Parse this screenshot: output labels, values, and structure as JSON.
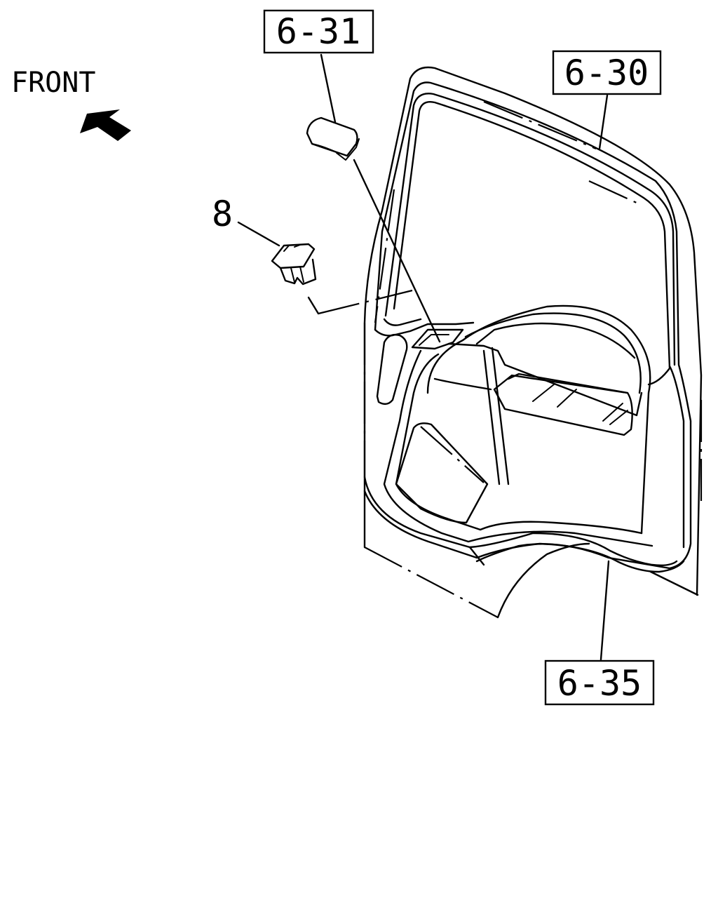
{
  "front_label": "FRONT",
  "callouts": {
    "door_trim": "6-31",
    "door_panel": "6-30",
    "door_lower": "6-35",
    "clip": "8"
  }
}
